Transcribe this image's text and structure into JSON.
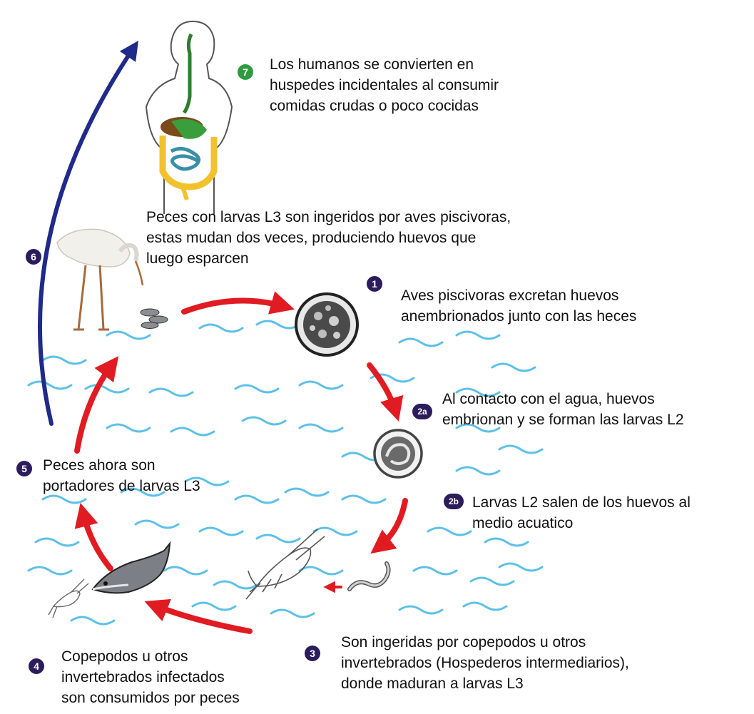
{
  "steps": [
    {
      "badge": "7",
      "text": [
        "Los humanos se convierten en",
        "huspedes incidentales al consumir",
        "comidas crudas o poco cocidas"
      ]
    },
    {
      "badge": "",
      "text": [
        "Peces con larvas L3 son ingeridos por aves piscivoras,",
        "estas mudan dos veces, produciendo huevos que",
        "luego esparcen"
      ]
    },
    {
      "badge": "1",
      "text": [
        "Aves piscivoras excretan huevos",
        "anembrionados junto con las heces"
      ]
    },
    {
      "badge": "2a",
      "text": [
        "Al contacto con el agua, huevos",
        "embrionan y se forman las larvas L2"
      ]
    },
    {
      "badge": "2b",
      "text": [
        "Larvas L2 salen de los huevos al",
        "medio acuatico"
      ]
    },
    {
      "badge": "3",
      "text": [
        "Son ingeridas por copepodos u otros",
        "invertebrados (Hospederos intermediarios),",
        "donde maduran a larvas L3"
      ]
    },
    {
      "badge": "4",
      "text": [
        "Copepodos u otros",
        "invertebrados infectados",
        "son consumidos por peces"
      ]
    },
    {
      "badge": "5",
      "text": [
        "Peces ahora son",
        "portadores de larvas L3"
      ]
    },
    {
      "badge": "6",
      "text": []
    }
  ],
  "colors": {
    "cycle_arrow": "#e11b22",
    "human_arrow": "#1f2a8a",
    "water": "#5cc0e8",
    "badge": "#2b1d5c",
    "badge_human": "#2f9a3e"
  },
  "icons": [
    "human-digestive-system-icon",
    "bird-icon",
    "small-fish-icon",
    "egg-icon",
    "embryonated-egg-icon",
    "larva-icon",
    "copepod-icon",
    "fish-icon"
  ]
}
